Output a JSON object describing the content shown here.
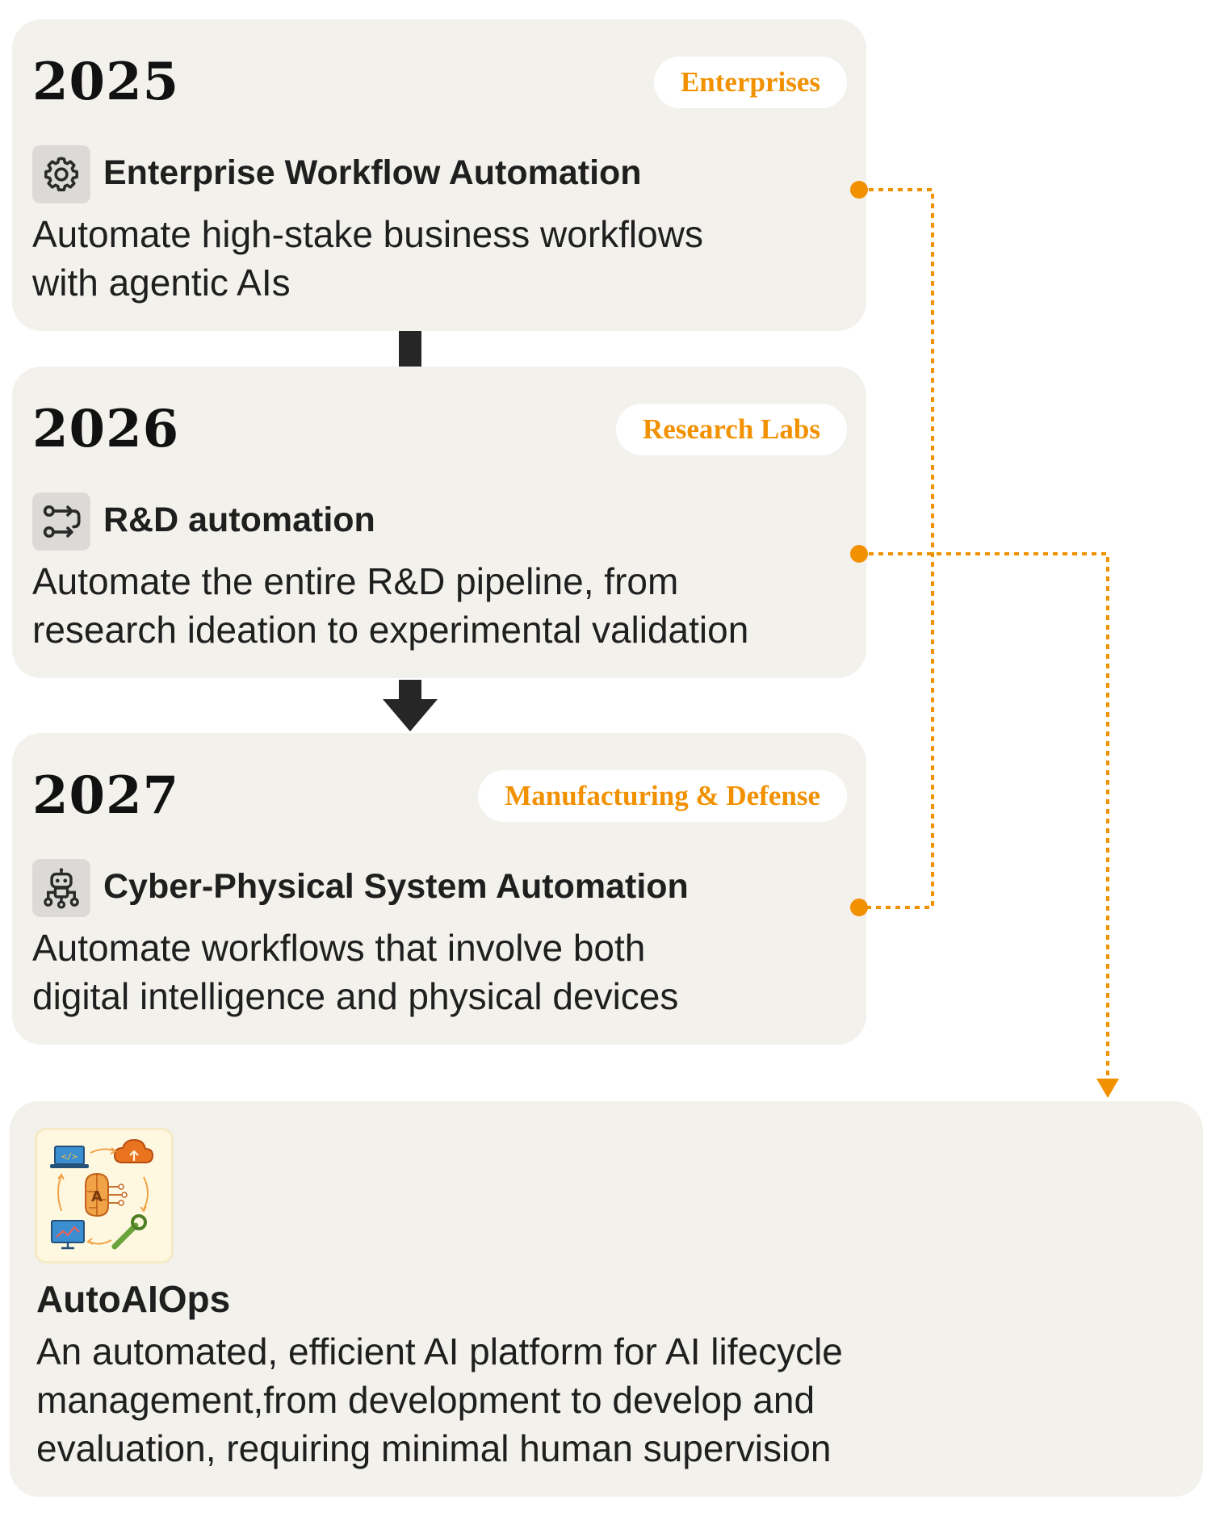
{
  "milestones": [
    {
      "year": "2025",
      "audience": "Enterprises",
      "title": "Enterprise Workflow Automation",
      "description_lines": [
        "Automate high-stake business workflows",
        "with agentic AIs"
      ],
      "icon": "gear-icon"
    },
    {
      "year": "2026",
      "audience": "Research Labs",
      "title": "R&D automation",
      "description_lines": [
        "Automate the entire R&D pipeline, from",
        "research ideation to experimental validation"
      ],
      "icon": "pipeline-icon"
    },
    {
      "year": "2027",
      "audience": "Manufacturing & Defense",
      "title": "Cyber-Physical System Automation",
      "description_lines": [
        "Automate workflows that involve both",
        "digital intelligence and physical devices"
      ],
      "icon": "robot-icon"
    }
  ],
  "platform": {
    "title": "AutoAIOps",
    "description_lines": [
      "An automated, efficient AI platform for AI lifecycle",
      "management,from development to develop and",
      "evaluation, requiring minimal human supervision"
    ],
    "icon": "ai-lifecycle-icon"
  },
  "colors": {
    "card_background": "#f3f1ec",
    "accent": "#f29100",
    "text": "#1f1f1f"
  }
}
